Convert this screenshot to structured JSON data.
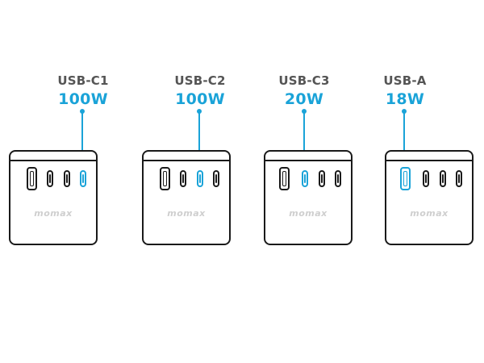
{
  "colors": {
    "accent": "#1aa3d8",
    "outline": "#1a1a1a",
    "label": "#555555",
    "brand": "#cfcfcf"
  },
  "chargers": [
    {
      "port_label": "USB-C1",
      "wattage": "100W",
      "brand": "momax",
      "highlighted_port": 3
    },
    {
      "port_label": "USB-C2",
      "wattage": "100W",
      "brand": "momax",
      "highlighted_port": 2
    },
    {
      "port_label": "USB-C3",
      "wattage": "20W",
      "brand": "momax",
      "highlighted_port": 1
    },
    {
      "port_label": "USB-A",
      "wattage": "18W",
      "brand": "momax",
      "highlighted_port": 0
    }
  ],
  "ports": [
    {
      "type": "USB-A"
    },
    {
      "type": "USB-C"
    },
    {
      "type": "USB-C"
    },
    {
      "type": "USB-C"
    }
  ]
}
